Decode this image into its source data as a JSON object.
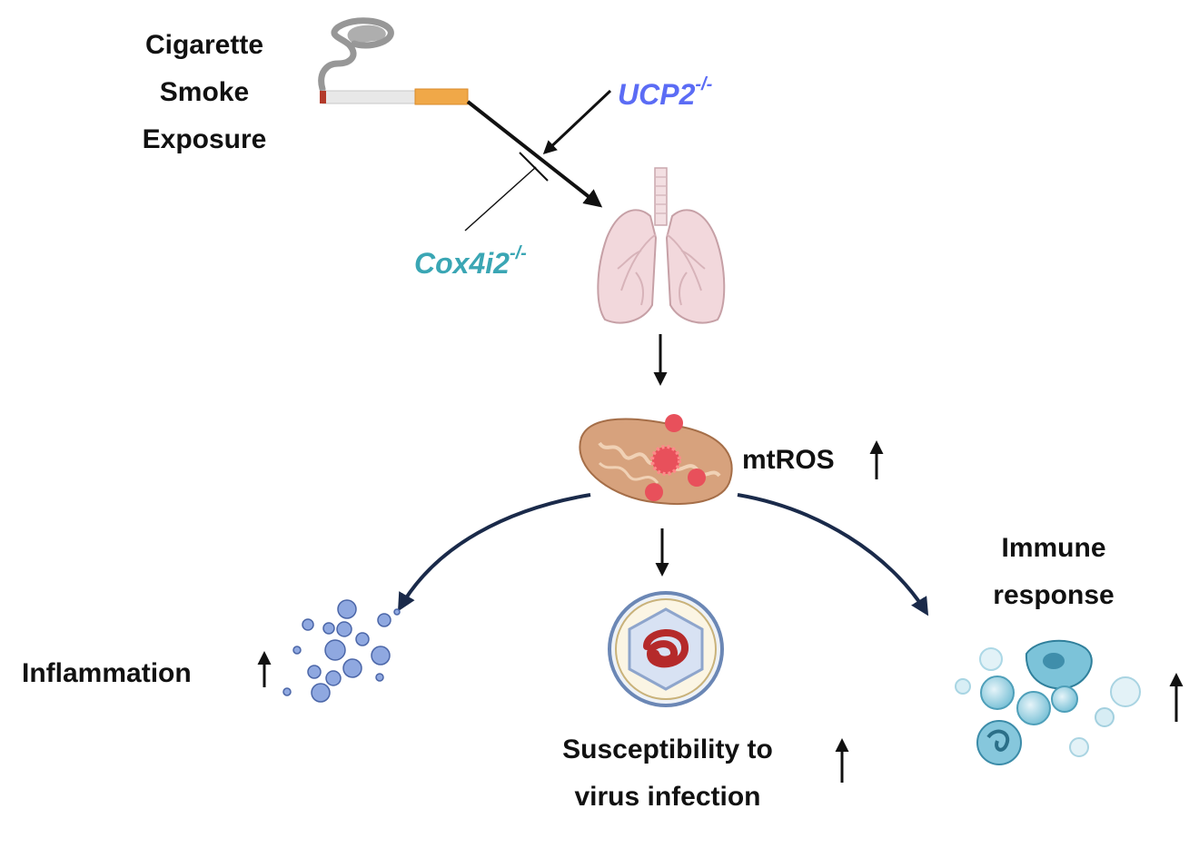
{
  "exposure": {
    "line1": "Cigarette",
    "line2": "Smoke",
    "line3": "Exposure"
  },
  "genes": {
    "ucp2": {
      "name": "UCP2",
      "genotype": "-/-",
      "color": "#5b6cf5"
    },
    "cox4i2": {
      "name": "Cox4i2",
      "genotype": "-/-",
      "color": "#3aa6b4"
    }
  },
  "mtros": {
    "label": "mtROS"
  },
  "outcomes": {
    "inflammation": "Inflammation",
    "susceptibility_line1": "Susceptibility to",
    "susceptibility_line2": "virus infection",
    "immune_line1": "Immune",
    "immune_line2": "response"
  },
  "icons": [
    "cigarette-icon",
    "lung-icon",
    "mitochondrion-icon",
    "cytokine-icon",
    "virus-icon",
    "immune-cells-icon",
    "up-arrow-icon"
  ],
  "colors": {
    "text": "#111111",
    "curved_arrow": "#1a2a4a",
    "lung": "#f1d6d8",
    "mitochondrion": "#d7a27d",
    "ros": "#e8505b",
    "cytokine": "#8fa8e0",
    "immune_cell": "#6cb8cf"
  }
}
